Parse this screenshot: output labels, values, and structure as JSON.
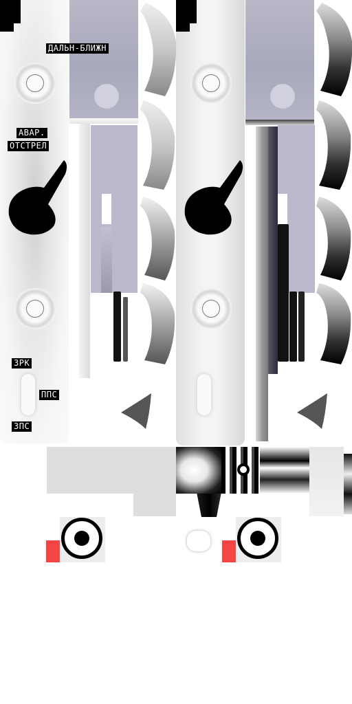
{
  "labels": {
    "range": "ДАЛЬН-БЛИЖН",
    "emergency_1": "АВАР.",
    "emergency_2": "ОТСТРЕЛ",
    "zrk": "ЗРК",
    "pps": "ППС",
    "zps": "ЗПС"
  },
  "colors": {
    "panel": "#f2f2f2",
    "lavender": "#b9b9cb",
    "label_bg": "#000000",
    "label_fg": "#ffffff",
    "marker_red": "#f44444"
  }
}
